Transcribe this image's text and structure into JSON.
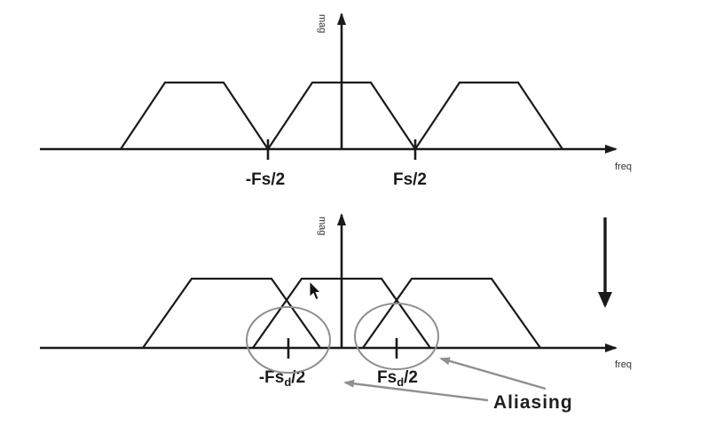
{
  "top_plot": {
    "mag_label": "mag",
    "freq_label": "freq",
    "neg_tick": "-Fs/2",
    "pos_tick": "Fs/2"
  },
  "bottom_plot": {
    "mag_label": "mag",
    "freq_label": "freq",
    "neg_tick_main": "-Fs",
    "neg_tick_sub": "d",
    "neg_tick_suffix": "/2",
    "pos_tick_main": "Fs",
    "pos_tick_sub": "d",
    "pos_tick_suffix": "/2",
    "aliasing_label": "Aliasing"
  },
  "colors": {
    "line": "#1a1a1a",
    "annotation_gray": "#8f8f8f"
  }
}
